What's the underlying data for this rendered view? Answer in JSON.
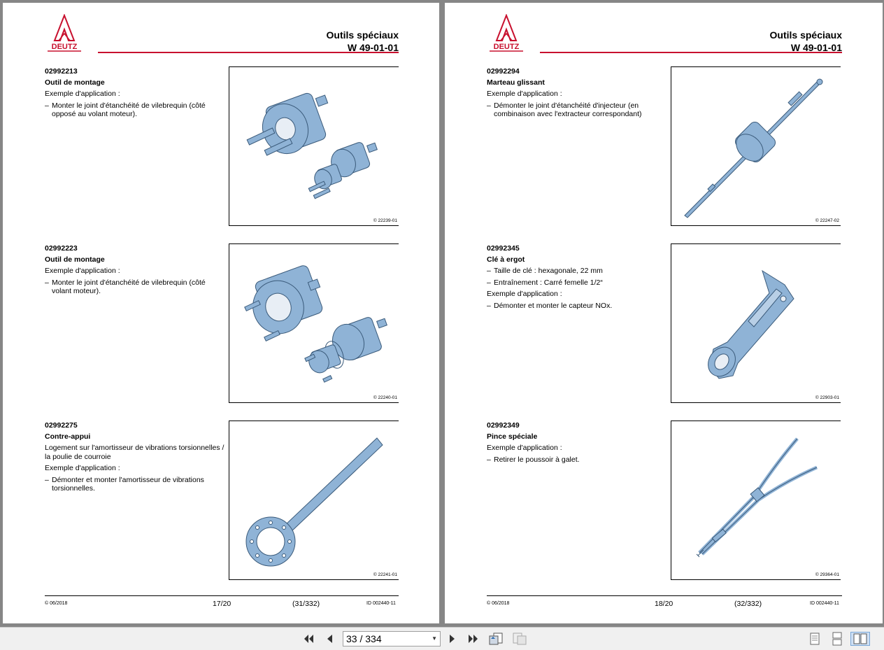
{
  "header": {
    "logo_text": "DEUTZ",
    "title": "Outils spéciaux",
    "code": "W 49-01-01"
  },
  "left_page": {
    "entries": [
      {
        "number": "02992213",
        "name": "Outil de montage",
        "lines": [
          "Exemple d'application :"
        ],
        "bullets": [
          "Monter le joint d'étanchéité de vilebrequin (côté opposé au volant moteur)."
        ],
        "figure_code": "© 22239-01"
      },
      {
        "number": "02992223",
        "name": "Outil de montage",
        "lines": [
          "Exemple d'application :"
        ],
        "bullets": [
          "Monter le joint d'étanchéité de vilebrequin (côté volant moteur)."
        ],
        "figure_code": "© 22240-01"
      },
      {
        "number": "02992275",
        "name": "Contre-appui",
        "lines": [
          "Logement sur l'amortisseur de vibrations torsionnelles / la poulie de courroie",
          "Exemple d'application :"
        ],
        "bullets": [
          "Démonter et monter l'amortisseur de vibrations torsionnelles."
        ],
        "figure_code": "© 22241-01"
      }
    ],
    "footer": {
      "date": "© 06/2018",
      "page": "17/20",
      "total": "(31/332)",
      "id": "ID 002440-11"
    }
  },
  "right_page": {
    "entries": [
      {
        "number": "02992294",
        "name": "Marteau glissant",
        "lines": [
          "Exemple d'application :"
        ],
        "bullets": [
          "Démonter le joint d'étanchéité d'injecteur (en combinaison avec l'extracteur correspondant)"
        ],
        "figure_code": "© 22247-02"
      },
      {
        "number": "02992345",
        "name": "Clé à ergot",
        "lines": [],
        "bullets": [
          "Taille de clé : hexagonale, 22 mm",
          "Entraînement : Carré femelle 1/2“"
        ],
        "lines2": [
          "Exemple d'application :"
        ],
        "bullets2": [
          "Démonter et monter le capteur NOx."
        ],
        "figure_code": "© 22903-01"
      },
      {
        "number": "02992349",
        "name": "Pince spéciale",
        "lines": [
          "Exemple d'application :"
        ],
        "bullets": [
          "Retirer le poussoir à galet."
        ],
        "figure_code": "© 29364-01"
      }
    ],
    "footer": {
      "date": "© 06/2018",
      "page": "18/20",
      "total": "(32/332)",
      "id": "ID 002440-11"
    }
  },
  "toolbar": {
    "page_indicator": "33 / 334"
  },
  "colors": {
    "accent_red": "#c8102e",
    "tool_blue": "#8fb3d6",
    "background": "#868686"
  }
}
